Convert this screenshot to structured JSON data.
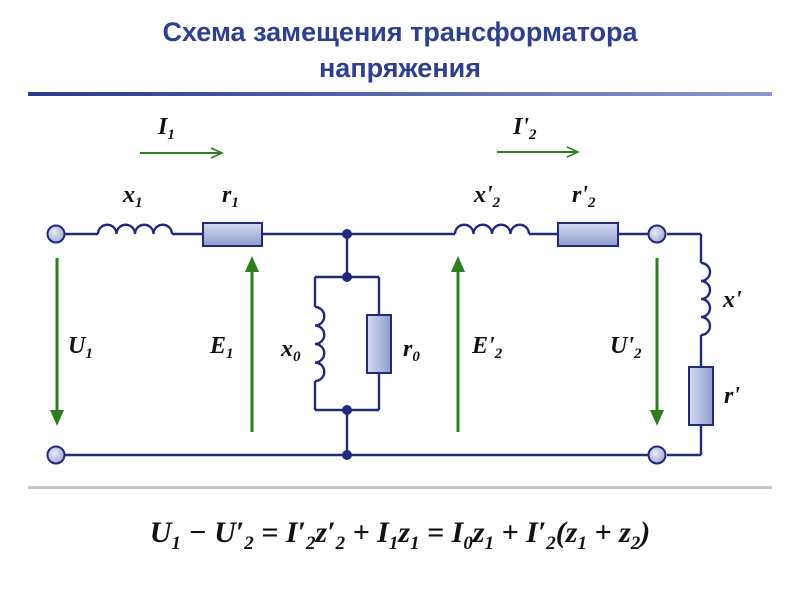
{
  "title": {
    "line1": "Схема замещения трансформатора",
    "line2": "напряжения"
  },
  "labels": {
    "I1": {
      "base": "I",
      "sub": "1"
    },
    "I2p": {
      "base": "I'",
      "sub": "2"
    },
    "x1": {
      "base": "x",
      "sub": "1"
    },
    "r1": {
      "base": "r",
      "sub": "1"
    },
    "x2p": {
      "base": "x'",
      "sub": "2"
    },
    "r2p": {
      "base": "r'",
      "sub": "2"
    },
    "U1": {
      "base": "U",
      "sub": "1"
    },
    "E1": {
      "base": "E",
      "sub": "1"
    },
    "x0": {
      "base": "x",
      "sub": "0"
    },
    "r0": {
      "base": "r",
      "sub": "0"
    },
    "E2p": {
      "base": "E'",
      "sub": "2"
    },
    "U2p": {
      "base": "U'",
      "sub": "2"
    },
    "xp": {
      "base": "x'"
    },
    "rp": {
      "base": "r'"
    }
  },
  "equation": {
    "t1": "U",
    "s1": "1",
    "op1": " − ",
    "t2": "U′",
    "s2": "2",
    "op2": " = ",
    "t3": "I′",
    "s3": "2",
    "t4": "z′",
    "s4": "2",
    "op3": " + ",
    "t5": "I",
    "s5": "1",
    "t6": "z",
    "s6": "1",
    "op4": " = ",
    "t7": "I",
    "s7": "0",
    "t8": "z",
    "s8": "1",
    "op5": " + ",
    "t9": "I′",
    "s9": "2",
    "p1": "(",
    "t10": "z",
    "s10": "1",
    "op6": " + ",
    "t11": "z",
    "s11": "2",
    "p2": ")"
  },
  "colors": {
    "title": "#2e3f8f",
    "wire": "#1f2a7a",
    "arrow": "#2e7d1f",
    "resistor_fill": "#a9b4dc",
    "terminal_fill": "#b0b6d6"
  }
}
